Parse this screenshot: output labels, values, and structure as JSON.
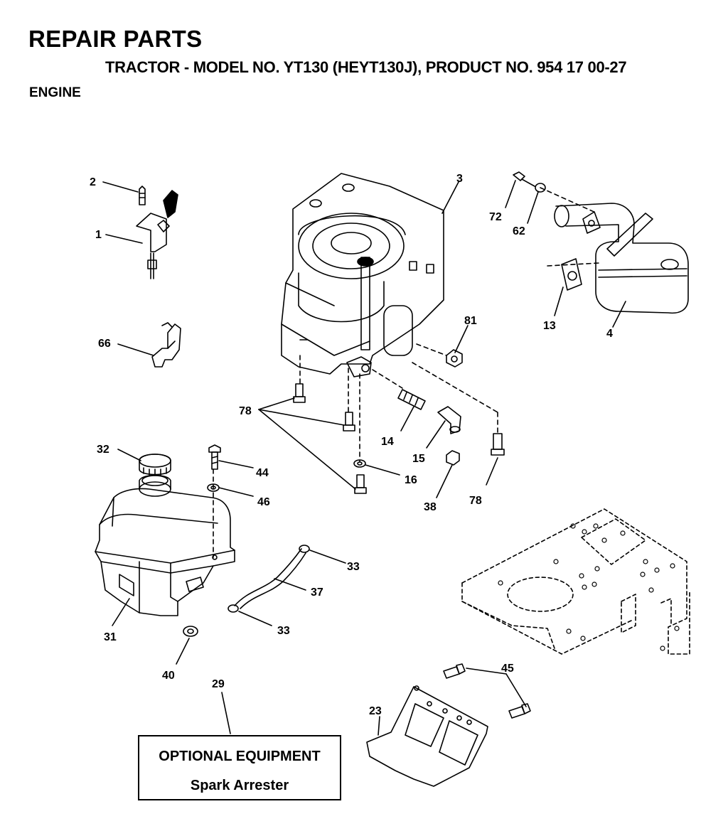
{
  "header": {
    "title": "REPAIR PARTS",
    "subtitle": "TRACTOR - MODEL NO. YT130 (HEYT130J), PRODUCT NO. 954 17 00-27",
    "section": "ENGINE"
  },
  "callouts": {
    "p1": "1",
    "p2": "2",
    "p3": "3",
    "p4": "4",
    "p13": "13",
    "p14": "14",
    "p15": "15",
    "p16": "16",
    "p23": "23",
    "p29": "29",
    "p31": "31",
    "p32": "32",
    "p33a": "33",
    "p33b": "33",
    "p37": "37",
    "p38": "38",
    "p40": "40",
    "p44": "44",
    "p45": "45",
    "p46": "46",
    "p62": "62",
    "p66": "66",
    "p72": "72",
    "p78a": "78",
    "p78b": "78",
    "p81": "81"
  },
  "optional_box": {
    "line1": "OPTIONAL EQUIPMENT",
    "line2": "Spark Arrester"
  }
}
